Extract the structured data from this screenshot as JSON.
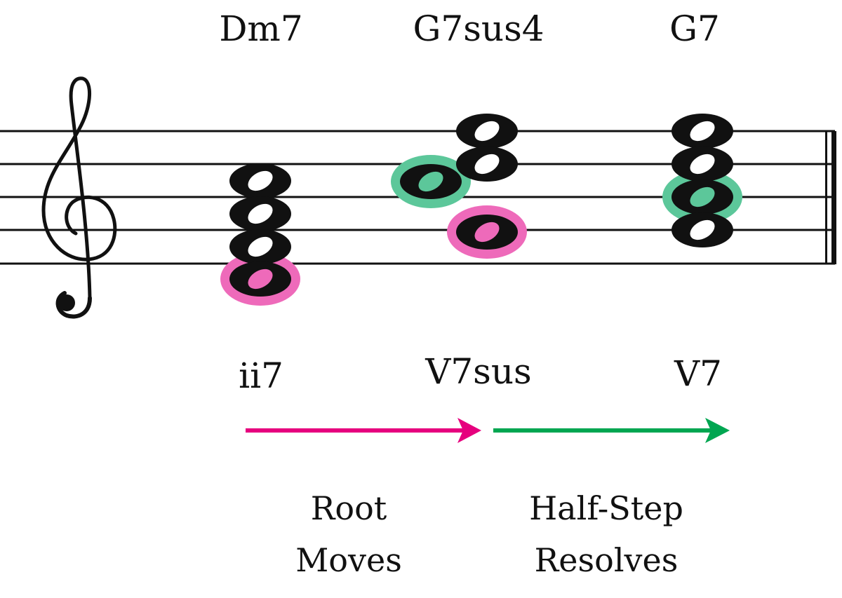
{
  "chords": [
    {
      "name": "Dm7",
      "roman": "ii7"
    },
    {
      "name": "G7sus4",
      "roman": "V7sus"
    },
    {
      "name": "G7",
      "roman": "V7"
    }
  ],
  "captions": {
    "root": {
      "line1": "Root",
      "line2": "Moves"
    },
    "half_step": {
      "line1": "Half-Step",
      "line2": "Resolves"
    }
  },
  "colors": {
    "root_highlight": "#ee6aba",
    "resolve_highlight": "#5cc79a",
    "root_arrow": "#e6007e",
    "resolve_arrow": "#00a651",
    "ink": "#111111"
  },
  "icons": {
    "clef": "treble-clef-icon",
    "barline": "final-barline-icon"
  }
}
